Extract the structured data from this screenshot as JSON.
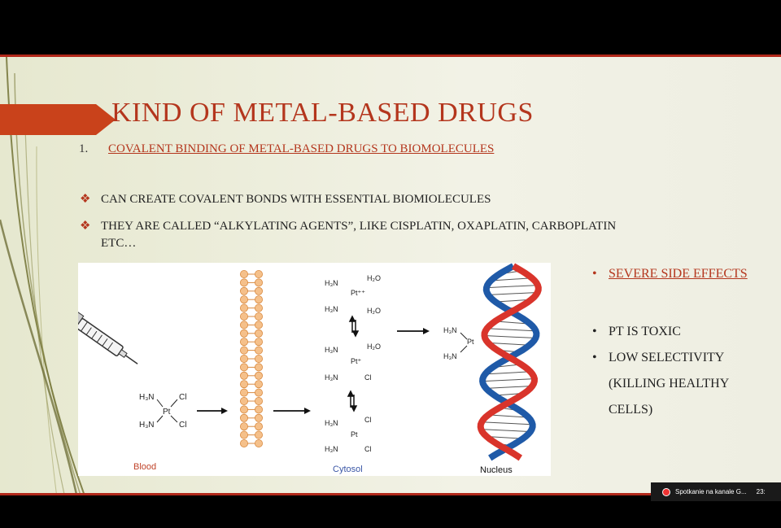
{
  "slide": {
    "title": "KIND OF METAL-BASED DRUGS",
    "subtitle_number": "1.",
    "subtitle": "COVALENT BINDING OF METAL-BASED DRUGS TO BIOMOLECULES",
    "bullets": [
      "CAN CREATE COVALENT BONDS WITH ESSENTIAL BIOMIOLECULES",
      "THEY ARE CALLED “ALKYLATING AGENTS”, LIKE CISPLATIN, OXAPLATIN, CARBOPLATIN ETC…"
    ],
    "bullet_marker": "❖",
    "right_bullets": {
      "side_effects": "SEVERE SIDE EFFECTS",
      "toxic": "PT IS TOXIC",
      "selectivity": "LOW SELECTIVITY",
      "killing": "(KILLING HEALTHY",
      "cells": "CELLS)"
    },
    "right_marker": "•",
    "figure": {
      "labels": {
        "blood": "Blood",
        "cytosol": "Cytosol",
        "nucleus": "Nucleus"
      },
      "chem": {
        "h3n": "H₃N",
        "cl": "Cl",
        "pt": "Pt",
        "pt1": "Pt⁺",
        "pt2": "Pt⁺⁺",
        "h2o": "H₂O"
      }
    },
    "colors": {
      "accent": "#b4361d",
      "blood_label": "#c0442a",
      "cytosol_label": "#3b57a6",
      "dna_red": "#d9342b",
      "dna_blue": "#1f5aa8",
      "membrane": "#f5c08a"
    }
  },
  "meeting": {
    "label": "Spotkanie na kanale G...",
    "time": "23:"
  }
}
